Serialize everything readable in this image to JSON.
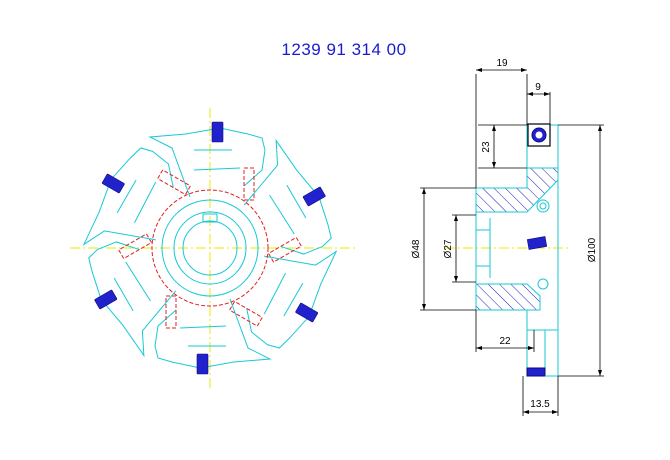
{
  "part_number": "1239 91 314 00",
  "dimensions": {
    "d19": "19",
    "d9": "9",
    "d23": "23",
    "d48": "Ø48",
    "d27": "Ø27",
    "d100": "Ø100",
    "d22": "22",
    "d135": "13.5"
  },
  "colors": {
    "outline": "#18c9d6",
    "hidden": "#e02020",
    "center": "#e8e800",
    "insert": "#2222cc",
    "title": "#1a1ad0"
  }
}
